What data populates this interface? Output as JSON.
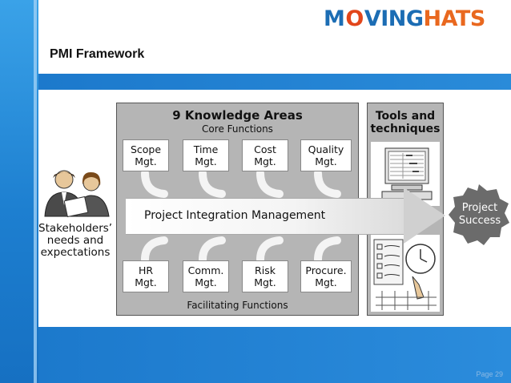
{
  "brand": {
    "logo_m": "M",
    "logo_o": "O",
    "logo_ving": "VING",
    "logo_hats": "HATS"
  },
  "slide": {
    "title": "PMI Framework",
    "page": "Page 29"
  },
  "diagram": {
    "knowledge_title": "9 Knowledge Areas",
    "core_label": "Core Functions",
    "facilitating_label": "Facilitating Functions",
    "core_areas": [
      "Scope\nMgt.",
      "Time\nMgt.",
      "Cost\nMgt.",
      "Quality\nMgt."
    ],
    "facilitating_areas": [
      "HR\nMgt.",
      "Comm.\nMgt.",
      "Risk\nMgt.",
      "Procure.\nMgt."
    ],
    "integration": "Project Integration Management",
    "stakeholders": "Stakeholders’\nneeds and\nexpectations",
    "tools": "Tools and\ntechniques",
    "success": "Project\nSuccess"
  },
  "colors": {
    "brand_blue": "#1c6db4",
    "brand_orange": "#e9681f",
    "slide_blue": "#1c79cc",
    "panel_gray": "#b5b5b5",
    "success_gray": "#6b6b6b"
  }
}
